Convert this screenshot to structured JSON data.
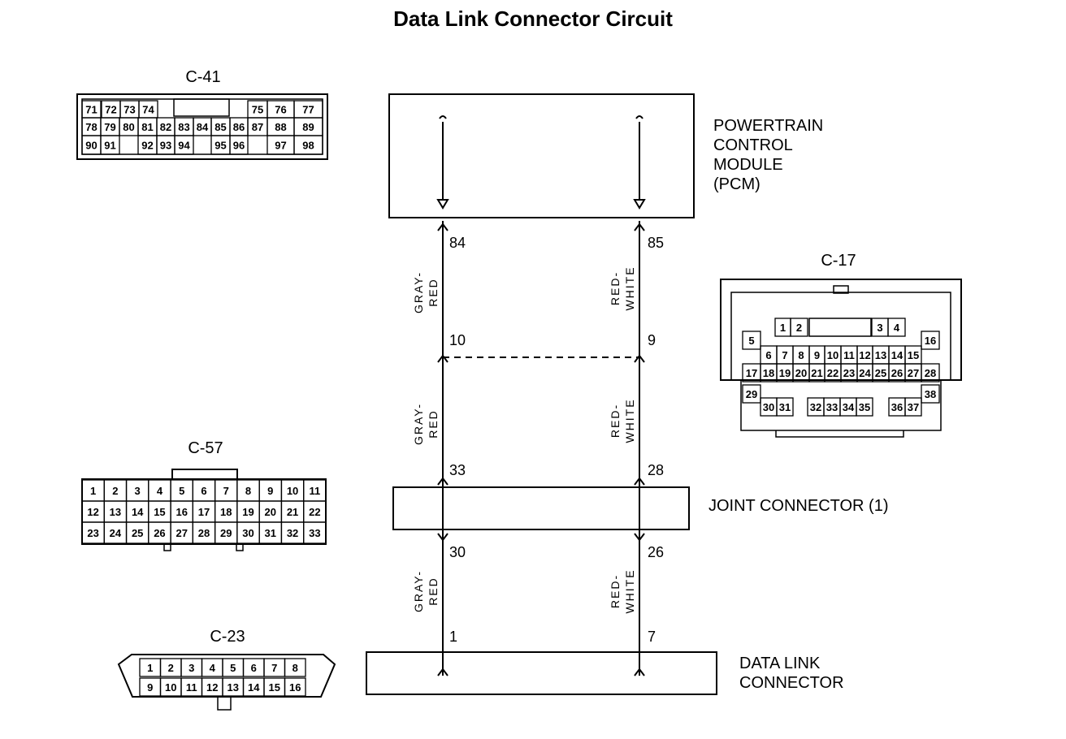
{
  "title": "Data Link Connector Circuit",
  "components": {
    "pcm": {
      "line1": "POWERTRAIN",
      "line2": "CONTROL",
      "line3": "MODULE",
      "line4": "(PCM)"
    },
    "joint": {
      "label": "JOINT CONNECTOR (1)"
    },
    "dlc": {
      "line1": "DATA LINK",
      "line2": "CONNECTOR"
    }
  },
  "wires": {
    "left": {
      "color_line1": "GRAY-",
      "color_line2": "RED",
      "pins": [
        "84",
        "10",
        "33",
        "30",
        "1"
      ]
    },
    "right": {
      "color_line1": "RED-",
      "color_line2": "WHITE",
      "pins": [
        "85",
        "9",
        "28",
        "26",
        "7"
      ]
    }
  },
  "connectors": {
    "c41": {
      "label": "C-41",
      "row1": [
        "71",
        "72",
        "73",
        "74",
        "75",
        "76",
        "77"
      ],
      "row2": [
        "78",
        "79",
        "80",
        "81",
        "82",
        "83",
        "84",
        "85",
        "86",
        "87",
        "88",
        "89"
      ],
      "row3": [
        "90",
        "91",
        "92",
        "93",
        "94",
        "95",
        "96",
        "97",
        "98"
      ]
    },
    "c17": {
      "label": "C-17",
      "row1": [
        "1",
        "2",
        "3",
        "4"
      ],
      "row2": [
        "5",
        "6",
        "7",
        "8",
        "9",
        "10",
        "11",
        "12",
        "13",
        "14",
        "15",
        "16"
      ],
      "row3": [
        "17",
        "18",
        "19",
        "20",
        "21",
        "22",
        "23",
        "24",
        "25",
        "26",
        "27",
        "28"
      ],
      "row4": [
        "29",
        "30",
        "31",
        "32",
        "33",
        "34",
        "35",
        "36",
        "37",
        "38"
      ]
    },
    "c57": {
      "label": "C-57",
      "row1": [
        "1",
        "2",
        "3",
        "4",
        "5",
        "6",
        "7",
        "8",
        "9",
        "10",
        "11"
      ],
      "row2": [
        "12",
        "13",
        "14",
        "15",
        "16",
        "17",
        "18",
        "19",
        "20",
        "21",
        "22"
      ],
      "row3": [
        "23",
        "24",
        "25",
        "26",
        "27",
        "28",
        "29",
        "30",
        "31",
        "32",
        "33"
      ]
    },
    "c23": {
      "label": "C-23",
      "row1": [
        "1",
        "2",
        "3",
        "4",
        "5",
        "6",
        "7",
        "8"
      ],
      "row2": [
        "9",
        "10",
        "11",
        "12",
        "13",
        "14",
        "15",
        "16"
      ]
    }
  }
}
